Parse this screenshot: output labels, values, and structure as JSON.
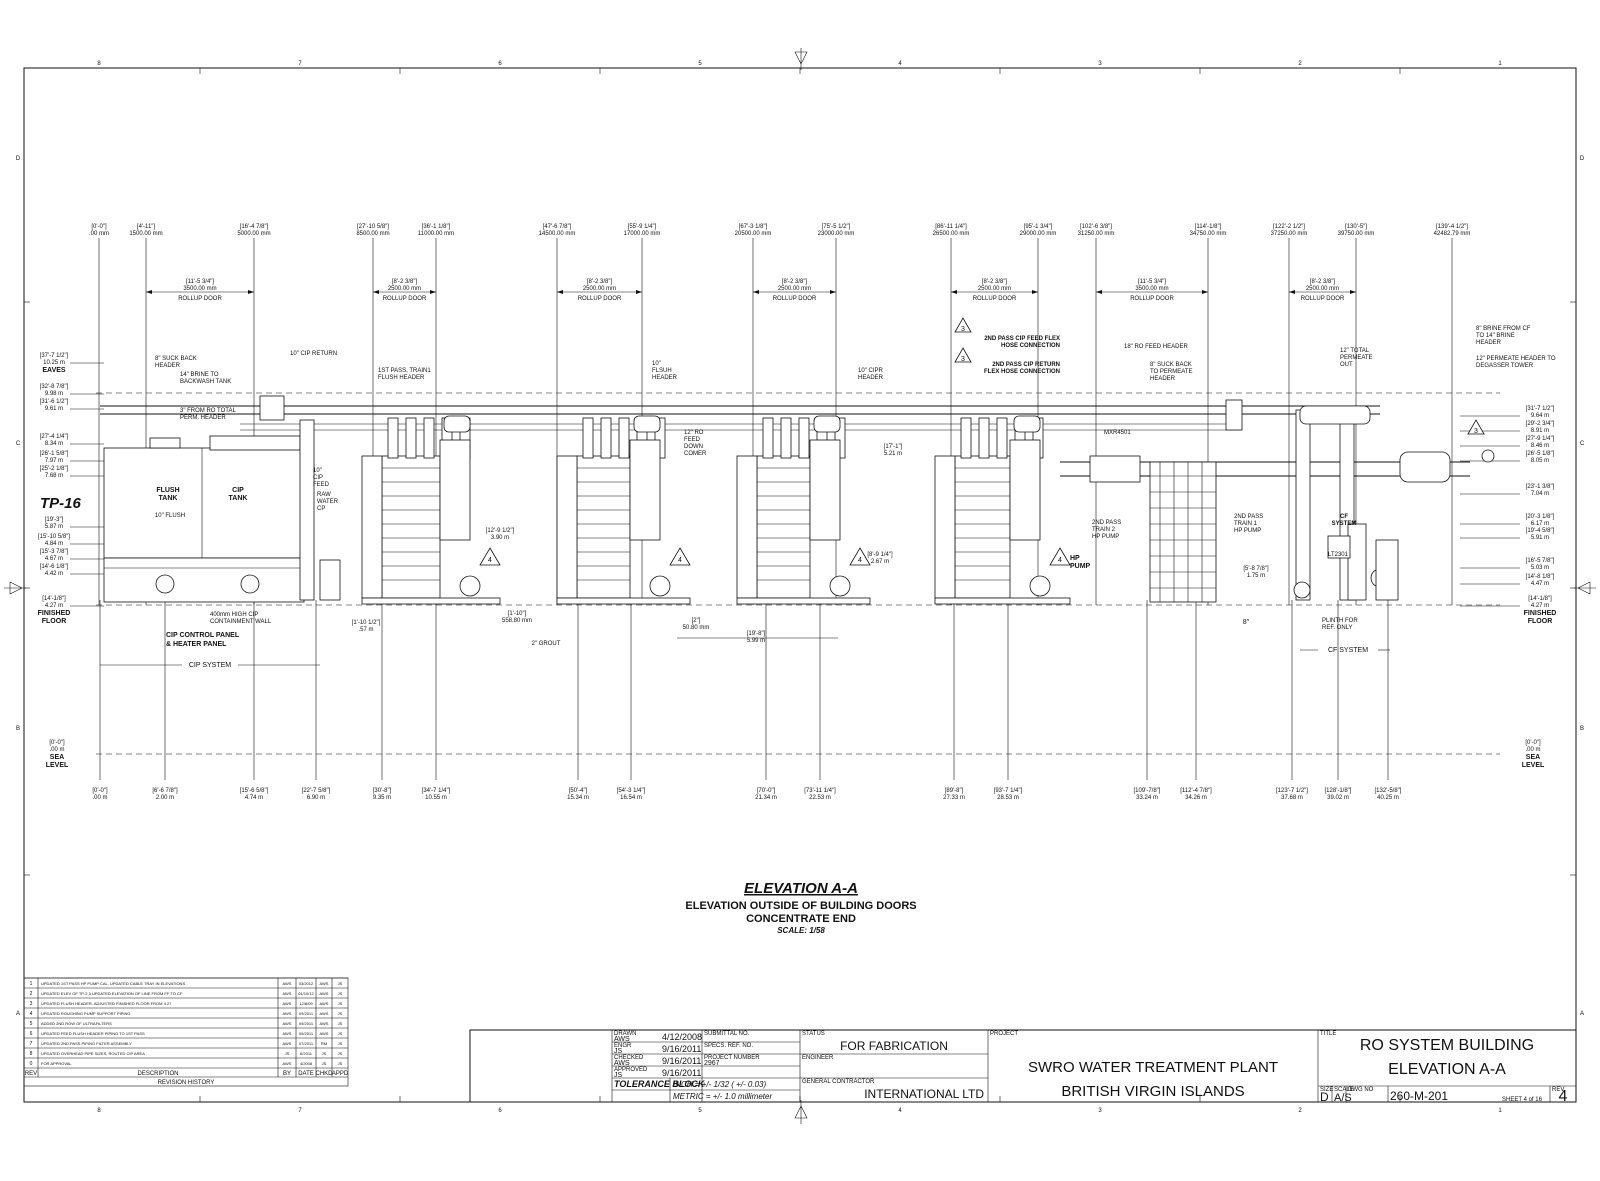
{
  "zones_top": [
    "8",
    "7",
    "6",
    "5",
    "4",
    "3",
    "2",
    "1"
  ],
  "zones_side": [
    "D",
    "C",
    "B",
    "A"
  ],
  "top_dims": [
    {
      "ft": "[0'-0\"]",
      "mm": ".00 mm"
    },
    {
      "ft": "[4'-11\"]",
      "mm": "1500.00 mm"
    },
    {
      "ft": "[16'-4 7/8\"]",
      "mm": "5000.00 mm"
    },
    {
      "ft": "[27'-10 5/8\"]",
      "mm": "8500.00 mm"
    },
    {
      "ft": "[36'-1 1/8\"]",
      "mm": "11000.00 mm"
    },
    {
      "ft": "[47'-6 7/8\"]",
      "mm": "14500.00 mm"
    },
    {
      "ft": "[55'-9 1/4\"]",
      "mm": "17000.00 mm"
    },
    {
      "ft": "[67'-3 1/8\"]",
      "mm": "20500.00 mm"
    },
    {
      "ft": "[75'-5 1/2\"]",
      "mm": "23000.00 mm"
    },
    {
      "ft": "[86'-11 1/4\"]",
      "mm": "26500.00 mm"
    },
    {
      "ft": "[95'-1 3/4\"]",
      "mm": "29000.00 mm"
    },
    {
      "ft": "[102'-6 3/8\"]",
      "mm": "31250.00 mm"
    },
    {
      "ft": "[114'-1/8\"]",
      "mm": "34750.00 mm"
    },
    {
      "ft": "[122'-2 1/2\"]",
      "mm": "37250.00 mm"
    },
    {
      "ft": "[130'-5\"]",
      "mm": "39750.00 mm"
    },
    {
      "ft": "[139'-4 1/2\"]",
      "mm": "42482.79 mm"
    }
  ],
  "doors": [
    {
      "ft": "[11'-5 3/4\"]",
      "mm": "3500.00 mm",
      "label": "ROLLUP DOOR"
    },
    {
      "ft": "[8'-2 3/8\"]",
      "mm": "2500.00 mm",
      "label": "ROLLUP DOOR"
    },
    {
      "ft": "[8'-2 3/8\"]",
      "mm": "2500.00 mm",
      "label": "ROLLUP DOOR"
    },
    {
      "ft": "[8'-2 3/8\"]",
      "mm": "2500.00 mm",
      "label": "ROLLUP DOOR"
    },
    {
      "ft": "[8'-2 3/8\"]",
      "mm": "2500.00 mm",
      "label": "ROLLUP DOOR"
    },
    {
      "ft": "[11'-5 3/4\"]",
      "mm": "3500.00 mm",
      "label": "ROLLUP DOOR"
    },
    {
      "ft": "[8'-2 3/8\"]",
      "mm": "2500.00 mm",
      "label": "ROLLUP DOOR"
    }
  ],
  "bottom_dims": [
    {
      "ft": "[0'-0\"]",
      "m": ".00 m"
    },
    {
      "ft": "[6'-6 7/8\"]",
      "m": "2.00 m"
    },
    {
      "ft": "[15'-6 5/8\"]",
      "m": "4.74 m"
    },
    {
      "ft": "[22'-7 5/8\"]",
      "m": "6.90 m"
    },
    {
      "ft": "[30'-8\"]",
      "m": "9.35 m"
    },
    {
      "ft": "[34'-7 1/4\"]",
      "m": "10.55 m"
    },
    {
      "ft": "[50'-4\"]",
      "m": "15.34 m"
    },
    {
      "ft": "[54'-3 1/4\"]",
      "m": "16.54 m"
    },
    {
      "ft": "[70'-0\"]",
      "m": "21.34 m"
    },
    {
      "ft": "[73'-11 1/4\"]",
      "m": "22.53 m"
    },
    {
      "ft": "[89'-8\"]",
      "m": "27.33 m"
    },
    {
      "ft": "[93'-7 1/4\"]",
      "m": "28.53 m"
    },
    {
      "ft": "[109'-7/8\"]",
      "m": "33.24 m"
    },
    {
      "ft": "[112'-4 7/8\"]",
      "m": "34.26 m"
    },
    {
      "ft": "[123'-7 1/2\"]",
      "m": "37.68 m"
    },
    {
      "ft": "[128'-1/8\"]",
      "m": "39.02 m"
    },
    {
      "ft": "[132'-5/8\"]",
      "m": "40.25 m"
    }
  ],
  "left_elev": [
    {
      "ft": "[37'-7 1/2\"]",
      "m": "10.25 m",
      "name": "EAVES"
    },
    {
      "ft": "[32'-8 7/8\"]",
      "m": "9.98 m",
      "name": ""
    },
    {
      "ft": "[31'-6 1/2\"]",
      "m": "9.61 m",
      "name": ""
    },
    {
      "ft": "[27'-4 1/4\"]",
      "m": "8.34 m",
      "name": ""
    },
    {
      "ft": "[26'-1 5/8\"]",
      "m": "7.97 m",
      "name": ""
    },
    {
      "ft": "[25'-2 1/8\"]",
      "m": "7.68 m",
      "name": ""
    },
    {
      "ft": "[19'-3\"]",
      "m": "5.87 m",
      "name": ""
    },
    {
      "ft": "[15'-10 5/8\"]",
      "m": "4.84 m",
      "name": ""
    },
    {
      "ft": "[15'-3 7/8\"]",
      "m": "4.67 m",
      "name": ""
    },
    {
      "ft": "[14'-6 1/8\"]",
      "m": "4.42 m",
      "name": ""
    },
    {
      "ft": "[14'-1/8\"]",
      "m": "4.27 m",
      "name": "FINISHED FLOOR"
    }
  ],
  "right_elev": [
    {
      "ft": "[31'-7 1/2\"]",
      "m": "9.64 m",
      "name": ""
    },
    {
      "ft": "[29'-2 3/4\"]",
      "m": "8.91 m",
      "name": ""
    },
    {
      "ft": "[27'-9 1/4\"]",
      "m": "8.46 m",
      "name": ""
    },
    {
      "ft": "[26'-5 1/8\"]",
      "m": "8.05 m",
      "name": ""
    },
    {
      "ft": "[23'-1 3/8\"]",
      "m": "7.04 m",
      "name": ""
    },
    {
      "ft": "[20'-3 1/8\"]",
      "m": "6.17 m",
      "name": ""
    },
    {
      "ft": "[19'-4 5/8\"]",
      "m": "5.91 m",
      "name": ""
    },
    {
      "ft": "[16'-5 7/8\"]",
      "m": "5.03 m",
      "name": ""
    },
    {
      "ft": "[14'-8 1/8\"]",
      "m": "4.47 m",
      "name": ""
    },
    {
      "ft": "[14'-1/8\"]",
      "m": "4.27 m",
      "name": "FINISHED FLOOR"
    }
  ],
  "sea_level": {
    "ft": "[0'-0\"]",
    "m": ".00 m",
    "name": "SEA LEVEL"
  },
  "callouts": {
    "tp16": "TP-16",
    "suck_back": "8\" SUCK BACK HEADER",
    "brine_backwash": "14\" BRINE TO BACKWASH TANK",
    "ro_total_perm": "3\" FROM RO TOTAL PERM. HEADER",
    "cip_return": "10\" CIP RETURN",
    "flush_header": "1ST PASS, TRAIN1 FLUSH HEADER",
    "flush_tank": "FLUSH TANK",
    "cip_tank": "CIP TANK",
    "cip_feed": "10\" CIP FEED",
    "raw_water": "RAW WATER CP",
    "flush_10": "10\" FLUSH",
    "containment": "400mm HIGH CIP CONTAINMENT WALL",
    "cip_panel": "CIP CONTROL PANEL & HEATER PANEL",
    "cip_system": "CIP SYSTEM",
    "flush_header2": "10\" FLSUH HEADER",
    "ro_feed_downcomer": "12\" RO FEED DOWN COMER",
    "cipr_header": "10\" CIPR HEADER",
    "pass2_cip_feed": "2ND PASS CIP FEED FLEX HOSE CONNECTION",
    "pass2_cip_return": "2ND PASS CIP RETURN FLEX HOSE CONNECTION",
    "ro_feed_header": "18\" RO FEED HEADER",
    "suck_back_perm": "8\" SUCK BACK TO PERMEATE HEADER",
    "total_permeate": "12\" TOTAL PERMEATE OUT",
    "brine_cf": "8\" BRINE FROM CF TO 14\" BRINE HEADER",
    "perm_degasser": "12\" PERMEATE HEADER TO DEGASSER TOWER",
    "mxr": "MXR4501",
    "pass2_train2": "2ND PASS TRAIN 2 HP PUMP",
    "pass2_train1": "2ND PASS TRAIN 1 HP PUMP",
    "hp_pump": "HP PUMP",
    "cf_system_label": "CF SYSTEM",
    "cf_system": "CF SYSTEM",
    "plinth": "PLINTH FOR REF. ONLY",
    "grout": "2\" GROUT",
    "dim_1_10_12": "[1'-10 1/2\"]",
    "dim_057": ".57 m",
    "dim_1_10": "[1'-10\"]",
    "dim_558": "558.80 mm",
    "dim_2": "[2\"]",
    "dim_5080": "50.80 mm",
    "dim_19_8": "[19'-8\"]",
    "dim_599": "5.99 m",
    "dim_12_9": "[12'-9 1/2\"]",
    "dim_390": "3.90 m",
    "dim_8_9": "[8'-9 1/4\"]",
    "dim_267": "2.67 m",
    "dim_17_1": "[17'-1\"]",
    "dim_521": "5.21 m",
    "dim_5_8": "[5'-8 7/8\"]",
    "dim_175": "1.75 m",
    "dim_8in": "8\"",
    "lt": "LT2301",
    "rev3": "3",
    "rev4": "4"
  },
  "title": {
    "main": "ELEVATION A-A",
    "sub1": "ELEVATION OUTSIDE OF BUILDING DOORS",
    "sub2": "CONCENTRATE END",
    "scale": "SCALE: 1/58"
  },
  "revision_header": {
    "rev": "REV",
    "desc": "DESCRIPTION",
    "by": "BY",
    "date": "DATE",
    "chkd": "CHKD",
    "appd": "APPD",
    "title": "REVISION HISTORY"
  },
  "revisions": [
    {
      "rev": "1",
      "desc": "UPDATED 1ST PASS HP PUMP CAL, UPDATED CABLE TRAY IN ELEVATIONS",
      "by": "AWS",
      "date": "03/2012",
      "chkd": "AWS",
      "appd": "JS"
    },
    {
      "rev": "2",
      "desc": "UPDATED ELEV OF TP-2,3 UPDATED ELEVATION OF LINE FROM FF TO CF",
      "by": "AWS",
      "date": "01/10/12",
      "chkd": "AWS",
      "appd": "JS"
    },
    {
      "rev": "3",
      "desc": "UPDATED FLUSH HEADER, ADJUSTED FINISHED FLOOR FROM 4.27",
      "by": "AWS",
      "date": "12/8/09",
      "chkd": "AWS",
      "appd": "JS"
    },
    {
      "rev": "4",
      "desc": "UPDATED ROUGHING PUMP SUPPORT PIPING",
      "by": "AWS",
      "date": "09/2011",
      "chkd": "AWS",
      "appd": "JS"
    },
    {
      "rev": "5",
      "desc": "ADDED 2ND ROW OF ULTRAFILTERS",
      "by": "AWS",
      "date": "09/2011",
      "chkd": "AWS",
      "appd": "JS"
    },
    {
      "rev": "6",
      "desc": "UPDATED FEED FLUSH HEADER PIPING TO 1ST PASS",
      "by": "AWS",
      "date": "09/2011",
      "chkd": "AWS",
      "appd": "JS"
    },
    {
      "rev": "7",
      "desc": "UPDATED 2ND PASS PIPING FILTER ASSEMBLY",
      "by": "AWS",
      "date": "07/2011",
      "chkd": "RM",
      "appd": "JS"
    },
    {
      "rev": "8",
      "desc": "UPDATED OVERHEAD PIPE SIZES, ROUTED CIP AREA",
      "by": "JS",
      "date": "6/2011",
      "chkd": "JS",
      "appd": "JS"
    },
    {
      "rev": "0",
      "desc": "FOR APPROVAL",
      "by": "AWS",
      "date": "4/2008",
      "chkd": "JS",
      "appd": "JS"
    }
  ],
  "title_block": {
    "drawn_label": "DRAWN",
    "drawn_by": "AWS",
    "drawn_date": "4/12/2008",
    "engr_label": "ENGR",
    "engr_by": "JS",
    "engr_date": "9/16/2011",
    "checked_label": "CHECKED",
    "checked_by": "AWS",
    "checked_date": "9/16/2011",
    "approved_label": "APPROVED",
    "approved_by": "JS",
    "approved_date": "9/16/2011",
    "submittal": "SUBMITTAL NO.",
    "specs": "SPECS. REF. NO.",
    "project_no_label": "PROJECT NUMBER",
    "project_no": "2967",
    "tolerance_label": "TOLERANCE BLOCK",
    "tol_inch": "INCH = +/- 1/32 ( +/- 0.03)",
    "tol_metric": "METRIC = +/- 1.0 millimeter",
    "status_label": "STATUS",
    "status": "FOR FABRICATION",
    "engineer_label": "ENGINEER",
    "gc_label": "GENERAL CONTRACTOR",
    "gc": "INTERNATIONAL LTD",
    "project_label": "PROJECT",
    "project_1": "SWRO WATER TREATMENT PLANT",
    "project_2": "BRITISH VIRGIN ISLANDS",
    "title_label": "TITLE",
    "title_1": "RO SYSTEM BUILDING",
    "title_2": "ELEVATION A-A",
    "size_label": "SIZE",
    "size": "D",
    "scale_label": "SCALE",
    "scale": "A/S",
    "dwg_label": "DWG NO",
    "dwg": "260-M-201",
    "sheet": "SHEET 4 of 16",
    "rev_label": "REV",
    "rev": "4"
  }
}
